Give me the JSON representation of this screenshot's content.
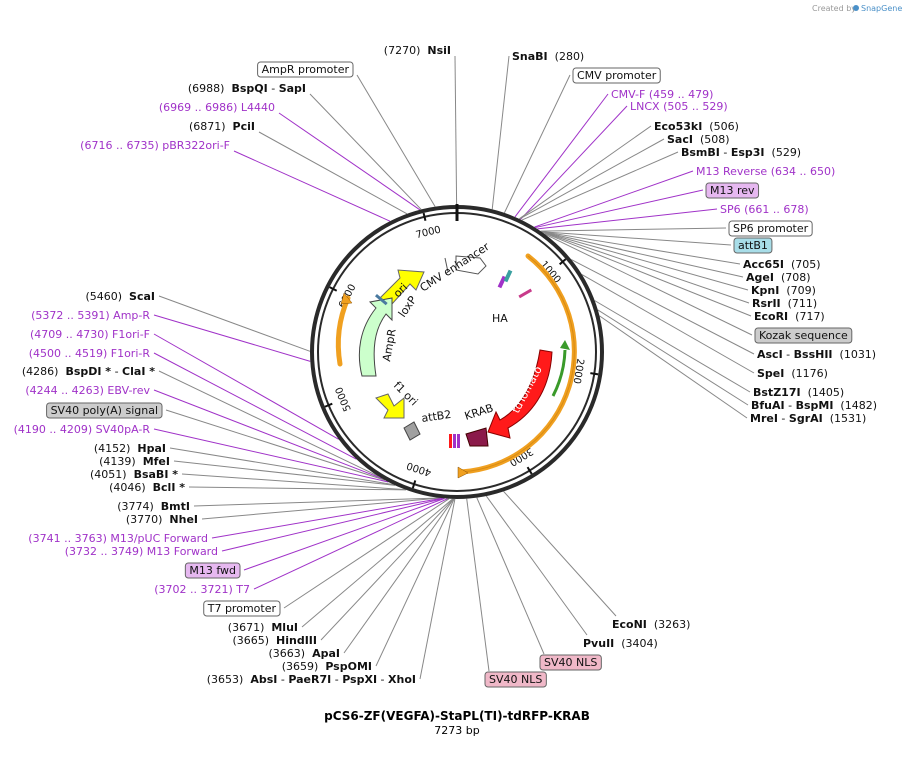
{
  "credit": {
    "prefix": "Created by",
    "brand": "SnapGene"
  },
  "title": "pCS6-ZF(VEGFA)-StaPL(TI)-tdRFP-KRAB",
  "subtitle": "7273 bp",
  "total_bp": 7273,
  "tick_labels": [
    "1000",
    "2000",
    "3000",
    "4000",
    "5000",
    "6000",
    "7000"
  ],
  "right_labels": [
    {
      "parts": [
        {
          "t": "SnaBI",
          "b": true
        },
        {
          "t": "  (280)"
        }
      ]
    },
    {
      "box": "white",
      "t": "CMV promoter"
    },
    {
      "purple": true,
      "t": "CMV-F   (459 .. 479)"
    },
    {
      "purple": true,
      "t": "LNCX   (505 .. 529)"
    },
    {
      "parts": [
        {
          "t": "Eco53kI",
          "b": true
        },
        {
          "t": "  (506)"
        }
      ]
    },
    {
      "parts": [
        {
          "t": "SacI",
          "b": true
        },
        {
          "t": "  (508)"
        }
      ]
    },
    {
      "parts": [
        {
          "t": "BsmBI",
          "b": true
        },
        {
          "t": " - "
        },
        {
          "t": "Esp3I",
          "b": true
        },
        {
          "t": "  (529)"
        }
      ]
    },
    {
      "purple": true,
      "t": "M13 Reverse   (634 .. 650)"
    },
    {
      "box": "purple",
      "t": "M13 rev"
    },
    {
      "purple": true,
      "t": "SP6   (661 .. 678)"
    },
    {
      "box": "white",
      "t": "SP6 promoter"
    },
    {
      "box": "teal",
      "t": "attB1"
    },
    {
      "parts": [
        {
          "t": "Acc65I",
          "b": true
        },
        {
          "t": "  (705)"
        }
      ]
    },
    {
      "parts": [
        {
          "t": "AgeI",
          "b": true
        },
        {
          "t": "  (708)"
        }
      ]
    },
    {
      "parts": [
        {
          "t": "KpnI",
          "b": true
        },
        {
          "t": "  (709)"
        }
      ]
    },
    {
      "parts": [
        {
          "t": "RsrII",
          "b": true
        },
        {
          "t": "  (711)"
        }
      ]
    },
    {
      "parts": [
        {
          "t": "EcoRI",
          "b": true
        },
        {
          "t": "  (717)"
        }
      ]
    },
    {
      "box": "grey",
      "t": "Kozak sequence"
    },
    {
      "parts": [
        {
          "t": "AscI",
          "b": true
        },
        {
          "t": " - "
        },
        {
          "t": "BssHII",
          "b": true
        },
        {
          "t": "  (1031)"
        }
      ]
    },
    {
      "parts": [
        {
          "t": "SpeI",
          "b": true
        },
        {
          "t": "  (1176)"
        }
      ]
    },
    {
      "parts": [
        {
          "t": "BstZ17I",
          "b": true
        },
        {
          "t": "  (1405)"
        }
      ]
    },
    {
      "parts": [
        {
          "t": "BfuAI",
          "b": true
        },
        {
          "t": " - "
        },
        {
          "t": "BspMI",
          "b": true
        },
        {
          "t": "  (1482)"
        }
      ]
    },
    {
      "parts": [
        {
          "t": "MreI",
          "b": true
        },
        {
          "t": " - "
        },
        {
          "t": "SgrAI",
          "b": true
        },
        {
          "t": "  (1531)"
        }
      ]
    }
  ],
  "top_labels": [
    {
      "parts": [
        {
          "t": "(7270)  "
        },
        {
          "t": "NsiI",
          "b": true
        }
      ]
    },
    {
      "box": "white",
      "t": "AmpR promoter"
    },
    {
      "parts": [
        {
          "t": "(6988)  "
        },
        {
          "t": "BspQI",
          "b": true
        },
        {
          "t": " - "
        },
        {
          "t": "SapI",
          "b": true
        }
      ]
    },
    {
      "purple": true,
      "t": "(6969 .. 6986)  L4440"
    },
    {
      "parts": [
        {
          "t": "(6871)  "
        },
        {
          "t": "PciI",
          "b": true
        }
      ]
    },
    {
      "purple": true,
      "t": "(6716 .. 6735)  pBR322ori-F"
    }
  ],
  "left_labels": [
    {
      "parts": [
        {
          "t": "(5460)  "
        },
        {
          "t": "ScaI",
          "b": true
        }
      ]
    },
    {
      "purple": true,
      "t": "(5372 .. 5391)  Amp-R"
    },
    {
      "purple": true,
      "t": "(4709 .. 4730)  F1ori-F"
    },
    {
      "purple": true,
      "t": "(4500 .. 4519)  F1ori-R"
    },
    {
      "parts": [
        {
          "t": "(4286)  "
        },
        {
          "t": "BspDI *",
          "b": true
        },
        {
          "t": " - "
        },
        {
          "t": "ClaI *",
          "b": true
        }
      ]
    },
    {
      "purple": true,
      "t": "(4244 .. 4263)  EBV-rev"
    },
    {
      "box": "grey",
      "t": "SV40 poly(A) signal"
    },
    {
      "purple": true,
      "t": "(4190 .. 4209)  SV40pA-R"
    },
    {
      "parts": [
        {
          "t": "(4152)  "
        },
        {
          "t": "HpaI",
          "b": true
        }
      ]
    },
    {
      "parts": [
        {
          "t": "(4139)  "
        },
        {
          "t": "MfeI",
          "b": true
        }
      ]
    },
    {
      "parts": [
        {
          "t": "(4051)  "
        },
        {
          "t": "BsaBI *",
          "b": true
        }
      ]
    },
    {
      "parts": [
        {
          "t": "(4046)  "
        },
        {
          "t": "BclI *",
          "b": true
        }
      ]
    },
    {
      "parts": [
        {
          "t": "(3774)  "
        },
        {
          "t": "BmtI",
          "b": true
        }
      ]
    },
    {
      "parts": [
        {
          "t": "(3770)  "
        },
        {
          "t": "NheI",
          "b": true
        }
      ]
    },
    {
      "purple": true,
      "t": "(3741 .. 3763)  M13/pUC Forward"
    },
    {
      "purple": true,
      "t": "(3732 .. 3749)  M13 Forward"
    },
    {
      "box": "purple",
      "t": "M13 fwd"
    },
    {
      "purple": true,
      "t": "(3702 .. 3721)  T7"
    },
    {
      "box": "white",
      "t": "T7 promoter"
    },
    {
      "parts": [
        {
          "t": "(3671)  "
        },
        {
          "t": "MluI",
          "b": true
        }
      ]
    },
    {
      "parts": [
        {
          "t": "(3665)  "
        },
        {
          "t": "HindIII",
          "b": true
        }
      ]
    },
    {
      "parts": [
        {
          "t": "(3663)  "
        },
        {
          "t": "ApaI",
          "b": true
        }
      ]
    },
    {
      "parts": [
        {
          "t": "(3659)  "
        },
        {
          "t": "PspOMI",
          "b": true
        }
      ]
    },
    {
      "parts": [
        {
          "t": "(3653)  "
        },
        {
          "t": "AbsI",
          "b": true
        },
        {
          "t": " - "
        },
        {
          "t": "PaeR7I",
          "b": true
        },
        {
          "t": " - "
        },
        {
          "t": "PspXI",
          "b": true
        },
        {
          "t": " - "
        },
        {
          "t": "XhoI",
          "b": true
        }
      ]
    }
  ],
  "bottom_labels": [
    {
      "parts": [
        {
          "t": "EcoNI",
          "b": true
        },
        {
          "t": "  (3263)"
        }
      ]
    },
    {
      "parts": [
        {
          "t": "PvuII",
          "b": true
        },
        {
          "t": "  (3404)"
        }
      ]
    },
    {
      "box": "pink",
      "t": "SV40 NLS"
    },
    {
      "box": "pink",
      "t": "SV40 NLS"
    }
  ],
  "features": [
    {
      "name": "CMV enhancer",
      "color": "#ffffff"
    },
    {
      "name": "HA",
      "color": "#ffffff"
    },
    {
      "name": "tdTomato",
      "color": "#ff1a1a"
    },
    {
      "name": "KRAB",
      "color": "#8b1a4a"
    },
    {
      "name": "attB2",
      "color": "#ffffff"
    },
    {
      "name": "f1 ori",
      "color": "#ffff00"
    },
    {
      "name": "AmpR",
      "color": "#ccffcc"
    },
    {
      "name": "loxP",
      "color": "#ffffff"
    },
    {
      "name": "ori",
      "color": "#ffff00"
    }
  ],
  "colors": {
    "purple_primer": "#a032c8",
    "orange_arc": "#f0a020",
    "green_arc": "#3a9a2a",
    "box_purple": "#e6b8f0",
    "box_teal": "#a8dde8",
    "box_grey": "#cccccc",
    "box_pink": "#f0b8c8"
  }
}
